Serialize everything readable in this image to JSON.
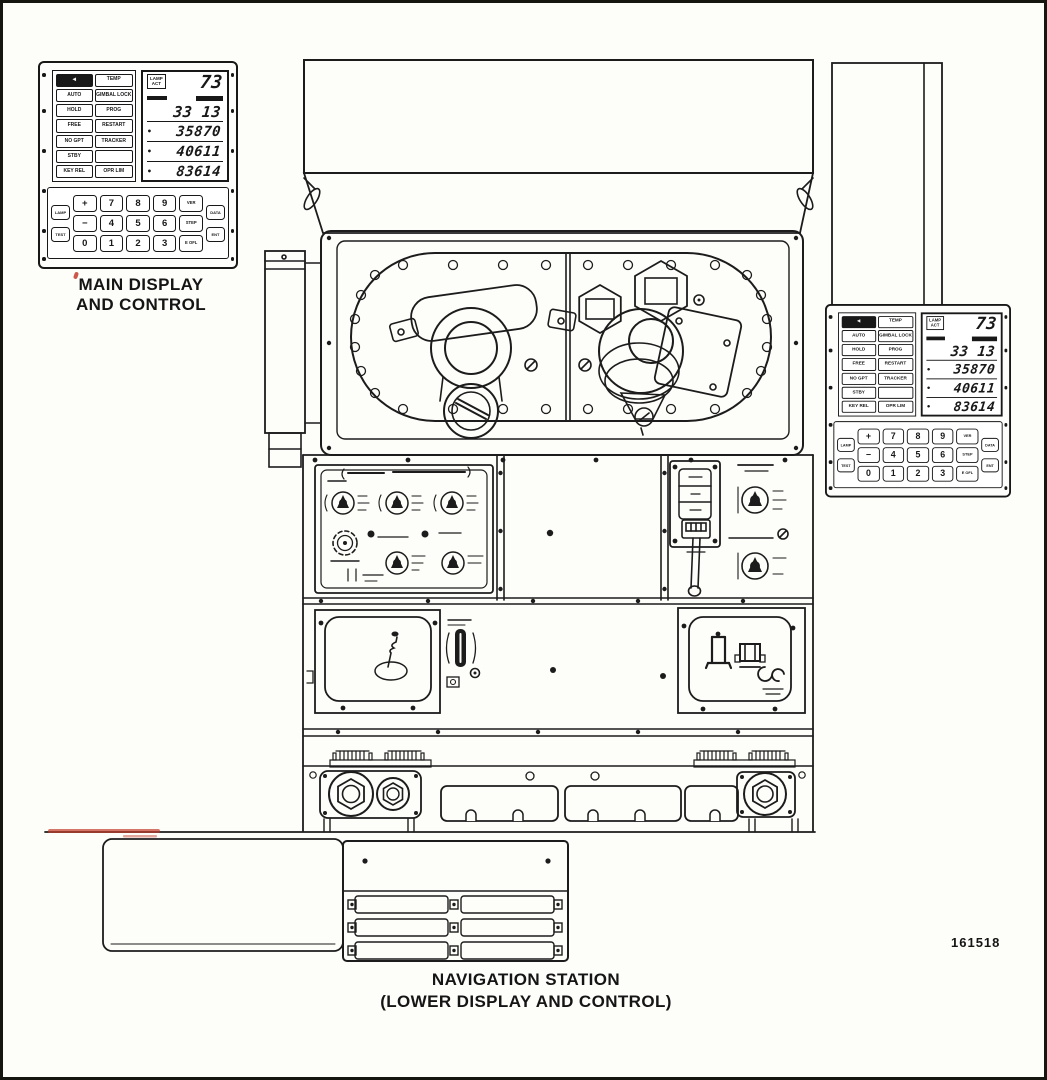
{
  "figure": {
    "unit_caption_line1": "MAIN DISPLAY",
    "unit_caption_line2": "AND CONTROL",
    "caption_line1": "NAVIGATION STATION",
    "caption_line2": "(LOWER DISPLAY AND CONTROL)",
    "figure_number": "161518"
  },
  "mdu": {
    "display": {
      "lamp_badge_line1": "LAMP",
      "lamp_badge_line2": "ACT",
      "big_value": "73",
      "rows": [
        "33 13",
        "35870",
        "40611",
        "83614"
      ],
      "row_markers": [
        "",
        "•",
        "•",
        "•"
      ]
    },
    "mode_buttons": {
      "left": [
        "◄",
        "AUTO",
        "HOLD",
        "FREE",
        "NO GPT",
        "STBY",
        "KEY REL"
      ],
      "right": [
        "TEMP",
        "GIMBAL LOCK",
        "PROG",
        "RESTART",
        "TRACKER",
        "",
        "OPR LIM"
      ]
    },
    "keypad": {
      "left_keys": [
        "LAMP",
        "TEST"
      ],
      "grid": [
        [
          "+",
          "7",
          "8",
          "9",
          "VER"
        ],
        [
          "−",
          "4",
          "5",
          "6",
          "STEP"
        ],
        [
          "0",
          "1",
          "2",
          "3",
          "E OFL"
        ]
      ],
      "right_keys": [
        "DATA",
        "ENT"
      ]
    }
  },
  "colors": {
    "ink": "#1c1c1c",
    "paper": "#fdfefa",
    "red_mark": "#c23b2a"
  }
}
